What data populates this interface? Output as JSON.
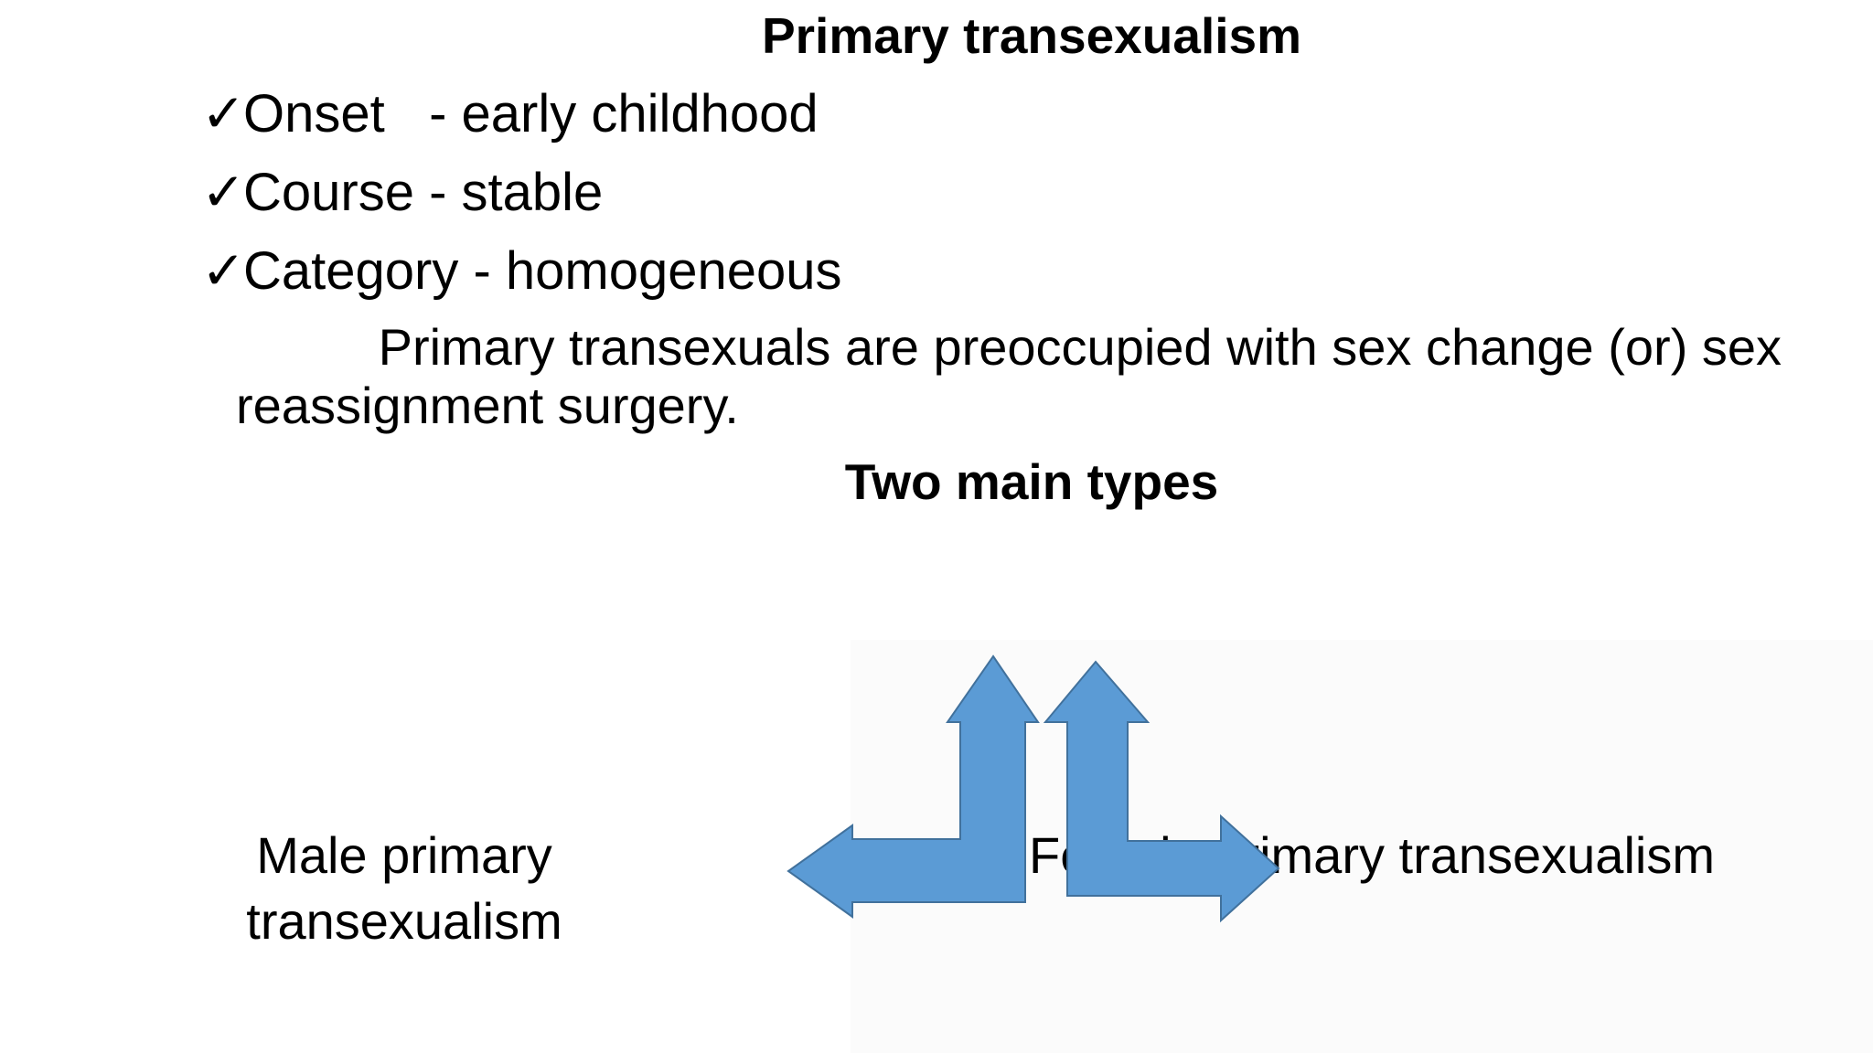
{
  "slide": {
    "title": "Primary transexualism",
    "bullets": [
      {
        "icon": "check-icon",
        "text": "Onset   - early childhood"
      },
      {
        "icon": "check-icon",
        "text": "Course - stable"
      },
      {
        "icon": "check-icon",
        "text": "Category - homogeneous"
      }
    ],
    "paragraph": "          Primary transexuals are preoccupied with sex change (or) sex reassignment surgery.",
    "subtitle": "Two main types",
    "left_label": "Male primary transexualism",
    "right_label": "Female primary transexualism"
  },
  "colors": {
    "arrow_fill": "#5b9bd5",
    "arrow_stroke": "#41719c"
  }
}
